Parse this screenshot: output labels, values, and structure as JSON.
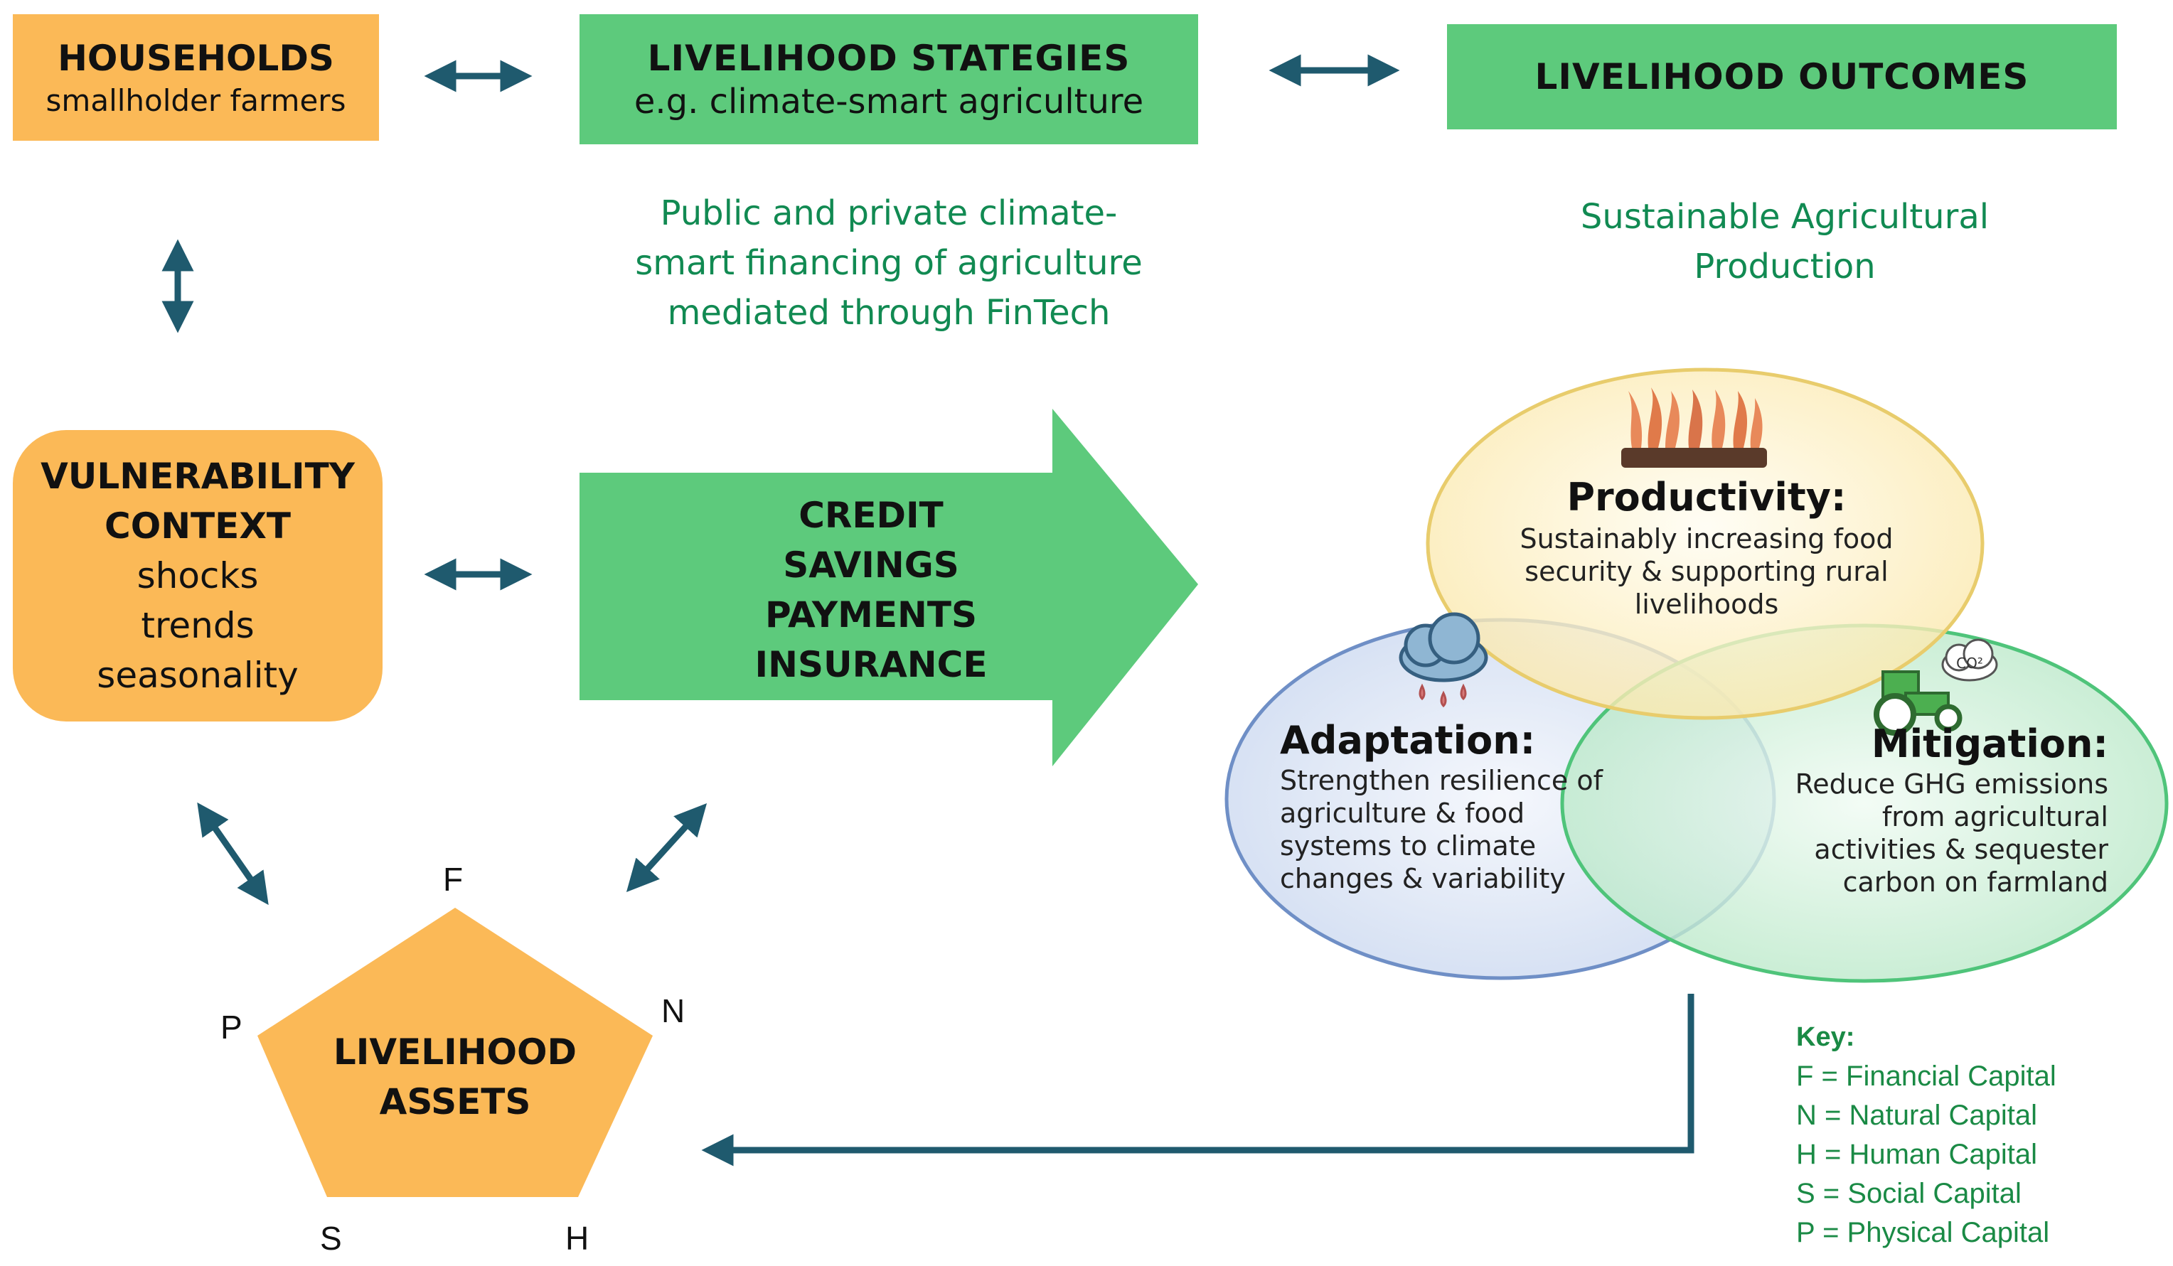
{
  "households": {
    "title": "HOUSEHOLDS",
    "subtitle": "smallholder farmers"
  },
  "strategies": {
    "title": "LIVELIHOOD STATEGIES",
    "subtitle": "e.g. climate-smart agriculture"
  },
  "outcomes": {
    "title": "LIVELIHOOD OUTCOMES"
  },
  "financing_caption": [
    "Public and private climate-",
    "smart financing of agriculture",
    "mediated through FinTech"
  ],
  "sustainable_caption": [
    "Sustainable Agricultural",
    "Production"
  ],
  "vulnerability": {
    "lines": [
      "VULNERABILITY",
      "CONTEXT",
      "shocks",
      "trends",
      "seasonality"
    ]
  },
  "services": {
    "lines": [
      "CREDIT",
      "SAVINGS",
      "PAYMENTS",
      "INSURANCE"
    ]
  },
  "assets": {
    "lines": [
      "LIVELIHOOD",
      "ASSETS"
    ],
    "vertices": {
      "f": "F",
      "n": "N",
      "h": "H",
      "s": "S",
      "p": "P"
    }
  },
  "venn": {
    "productivity": {
      "title": "Productivity:",
      "desc": [
        "Sustainably increasing food",
        "security & supporting rural",
        "livelihoods"
      ]
    },
    "adaptation": {
      "title": "Adaptation:",
      "desc": [
        "Strengthen resilience of",
        "agriculture & food",
        "systems  to climate",
        "changes & variability"
      ]
    },
    "mitigation": {
      "title": "Mitigation:",
      "desc": [
        "Reduce GHG emissions",
        "from agricultural",
        "activities & sequester",
        "carbon on farmland"
      ],
      "co2_label": "CO²"
    }
  },
  "key": {
    "title": "Key:",
    "items": [
      "F = Financial Capital",
      "N = Natural Capital",
      "H = Human Capital",
      "S = Social Capital",
      "P = Physical Capital"
    ]
  },
  "colors": {
    "orange": "#fbb957",
    "green": "#5dca7c",
    "arrow": "#1f5a6e",
    "caption": "#118a52",
    "yellow_circle": "#fdf0c2",
    "blue_circle": "#dbe5f5",
    "green_circle": "#cdeed8"
  }
}
